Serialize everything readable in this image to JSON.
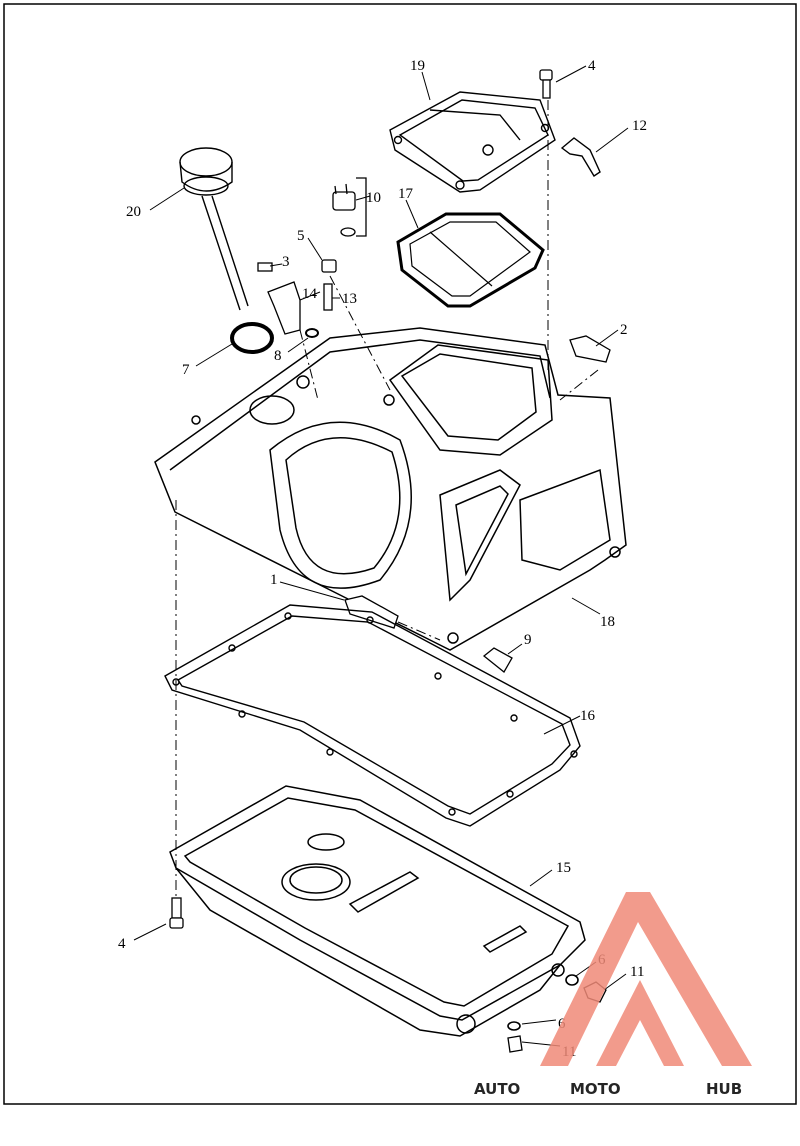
{
  "diagram": {
    "callouts": [
      {
        "id": "c19",
        "text": "19"
      },
      {
        "id": "c4a",
        "text": "4"
      },
      {
        "id": "c12",
        "text": "12"
      },
      {
        "id": "c10",
        "text": "10"
      },
      {
        "id": "c17",
        "text": "17"
      },
      {
        "id": "c20",
        "text": "20"
      },
      {
        "id": "c5",
        "text": "5"
      },
      {
        "id": "c3",
        "text": "3"
      },
      {
        "id": "c14",
        "text": "14"
      },
      {
        "id": "c13",
        "text": "13"
      },
      {
        "id": "c2",
        "text": "2"
      },
      {
        "id": "c7",
        "text": "7"
      },
      {
        "id": "c8",
        "text": "8"
      },
      {
        "id": "c1",
        "text": "1"
      },
      {
        "id": "c18",
        "text": "18"
      },
      {
        "id": "c9",
        "text": "9"
      },
      {
        "id": "c16",
        "text": "16"
      },
      {
        "id": "c15",
        "text": "15"
      },
      {
        "id": "c4b",
        "text": "4"
      },
      {
        "id": "c6a",
        "text": "6"
      },
      {
        "id": "c11a",
        "text": "11"
      },
      {
        "id": "c6b",
        "text": "6"
      },
      {
        "id": "c11b",
        "text": "11"
      }
    ]
  },
  "watermark": {
    "word_part1": "AUTO",
    "word_part2": "MOTO",
    "word_part3": "HUB",
    "color_light": "#f7c58a",
    "color_accent": "#f08a78",
    "color_dark": "#8a8a8a"
  }
}
